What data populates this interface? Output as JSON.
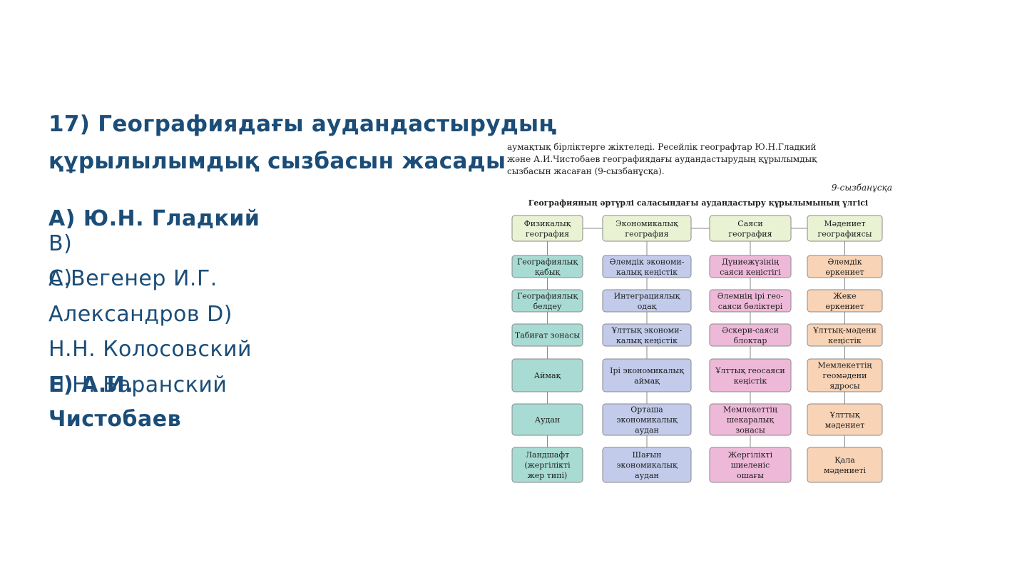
{
  "question": {
    "line1": "17) Географиядағы аудандастырудың",
    "line2": "құрылылымдық сызбасын жасады"
  },
  "answers": {
    "a": "А) Ю.Н. Гладкий",
    "b_prefix": "В)",
    "c_prefix": "С)",
    "b_line": "А.Вегенер      И.Г.",
    "line_c": "Александров    D)",
    "line_d": "Н.Н.  Колосовский",
    "e_bold": "Е) А.И.",
    "e_reg": "Н.Н. Баранский",
    "e_last": "Чистобаев"
  },
  "figure": {
    "text_lines": [
      "аумақтық бірліктерге жіктеледі. Ресейлік географтар Ю.Н.Гладкий",
      "және А.И.Чистобаев географиядағы аудандастырудың құрылымдық",
      "сызбасын жасаған (9-сызбанұсқа)."
    ],
    "fig_number": "9-сызбанұсқа",
    "caption": "Географияның әртүрлі саласындағы аудандастыру құрылымының үлгісі",
    "columns": [
      {
        "header": [
          "Физикалық",
          "география"
        ],
        "color": "teal",
        "items": [
          [
            "Географиялық",
            "қабық"
          ],
          [
            "Географиялық",
            "белдеу"
          ],
          [
            "Табиғат зонасы"
          ],
          [
            "Аймақ"
          ],
          [
            "Аудан"
          ],
          [
            "Ландшафт",
            "(жергілікті",
            "жер типі)"
          ]
        ]
      },
      {
        "header": [
          "Экономикалық",
          "география"
        ],
        "color": "blue",
        "items": [
          [
            "Әлемдік экономи-",
            "калық кеңістік"
          ],
          [
            "Интеграциялық",
            "одақ"
          ],
          [
            "Ұлттық экономи-",
            "калық кеңістік"
          ],
          [
            "Ірі экономикалық",
            "аймақ"
          ],
          [
            "Орташа",
            "экономикалық",
            "аудан"
          ],
          [
            "Шағын",
            "экономикалық",
            "аудан"
          ]
        ]
      },
      {
        "header": [
          "Саяси",
          "география"
        ],
        "color": "pink",
        "items": [
          [
            "Дүниежүзінің",
            "саяси кеңістігі"
          ],
          [
            "Әлемнің ірі гео-",
            "саяси бөліктері"
          ],
          [
            "Әскери-саяси",
            "блоктар"
          ],
          [
            "Ұлттық геосаяси",
            "кеңістік"
          ],
          [
            "Мемлекеттің",
            "шекаралық",
            "зонасы"
          ],
          [
            "Жергілікті",
            "шиеленіс",
            "ошағы"
          ]
        ]
      },
      {
        "header": [
          "Мәдениет",
          "географиясы"
        ],
        "color": "peach",
        "items": [
          [
            "Әлемдік",
            "өркениет"
          ],
          [
            "Жеке",
            "өркениет"
          ],
          [
            "Ұлттық-мәдени",
            "кеңістік"
          ],
          [
            "Мемлекеттің",
            "геомәдени",
            "ядросы"
          ],
          [
            "Ұлттық",
            "мәдениет"
          ],
          [
            "Қала",
            "мәдениеті"
          ]
        ]
      }
    ],
    "colors": {
      "header": "#eaf2d4",
      "teal": "#a8dbd3",
      "blue": "#c2cbea",
      "pink": "#eeb9d8",
      "peach": "#f8d3b6",
      "border": "#8a8a8a",
      "text_main": "#1b4d78"
    }
  }
}
